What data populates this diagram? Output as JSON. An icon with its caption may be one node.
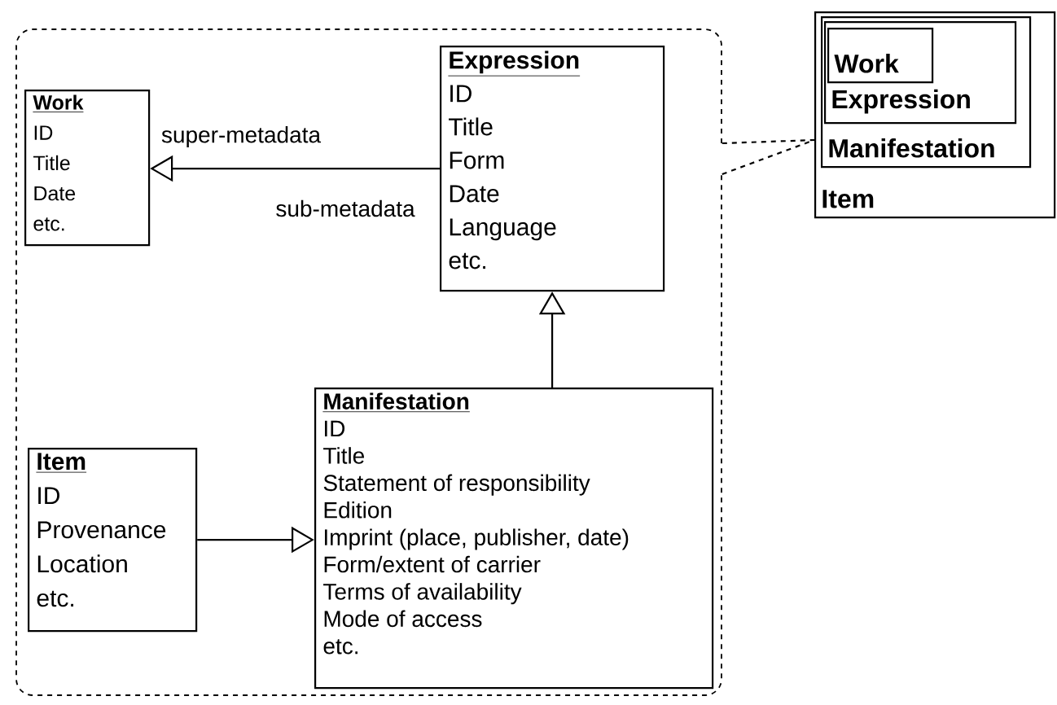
{
  "diagram": {
    "nodes": [
      {
        "text": [],
        "shape": "box"
      },
      {
        "text": [
          "Work",
          "ID",
          "Title",
          "Date",
          "etc."
        ],
        "in": 0
      },
      {
        "text": [
          "Expression",
          "ID",
          "Title",
          "Form",
          "Date",
          "Language",
          "etc."
        ],
        "in": 0
      },
      {
        "text": [
          "Manifestation",
          "ID",
          "Title",
          "Statement of responsibility",
          "Edition",
          "Imprint (place, publisher, date)",
          "Form/extent of carrier",
          "Terms of availability",
          "Mode of access",
          "etc."
        ],
        "in": 0
      },
      {
        "text": [
          "Item",
          "ID",
          "Provenance",
          "Location",
          "etc."
        ],
        "in": 0
      },
      {
        "text": [
          "Item"
        ]
      },
      {
        "text": [
          "Manifestation"
        ],
        "in": 5
      },
      {
        "text": [
          "Expression"
        ],
        "in": 6
      },
      {
        "text": [
          "Work"
        ],
        "in": 7
      }
    ],
    "edges": [
      {
        "from": 2,
        "to": 1,
        "arrow": "to",
        "label": "super-metadata"
      },
      {
        "from": 3,
        "to": 2,
        "arrow": "to"
      },
      {
        "from": 4,
        "to": 3,
        "arrow": "to"
      },
      {
        "from": 0,
        "to": 5,
        "arrow": "none",
        "style": "dashed"
      },
      {
        "from": 0,
        "to": 5,
        "arrow": "none",
        "style": "dashed"
      }
    ],
    "labels": [
      "sub-metadata"
    ]
  }
}
